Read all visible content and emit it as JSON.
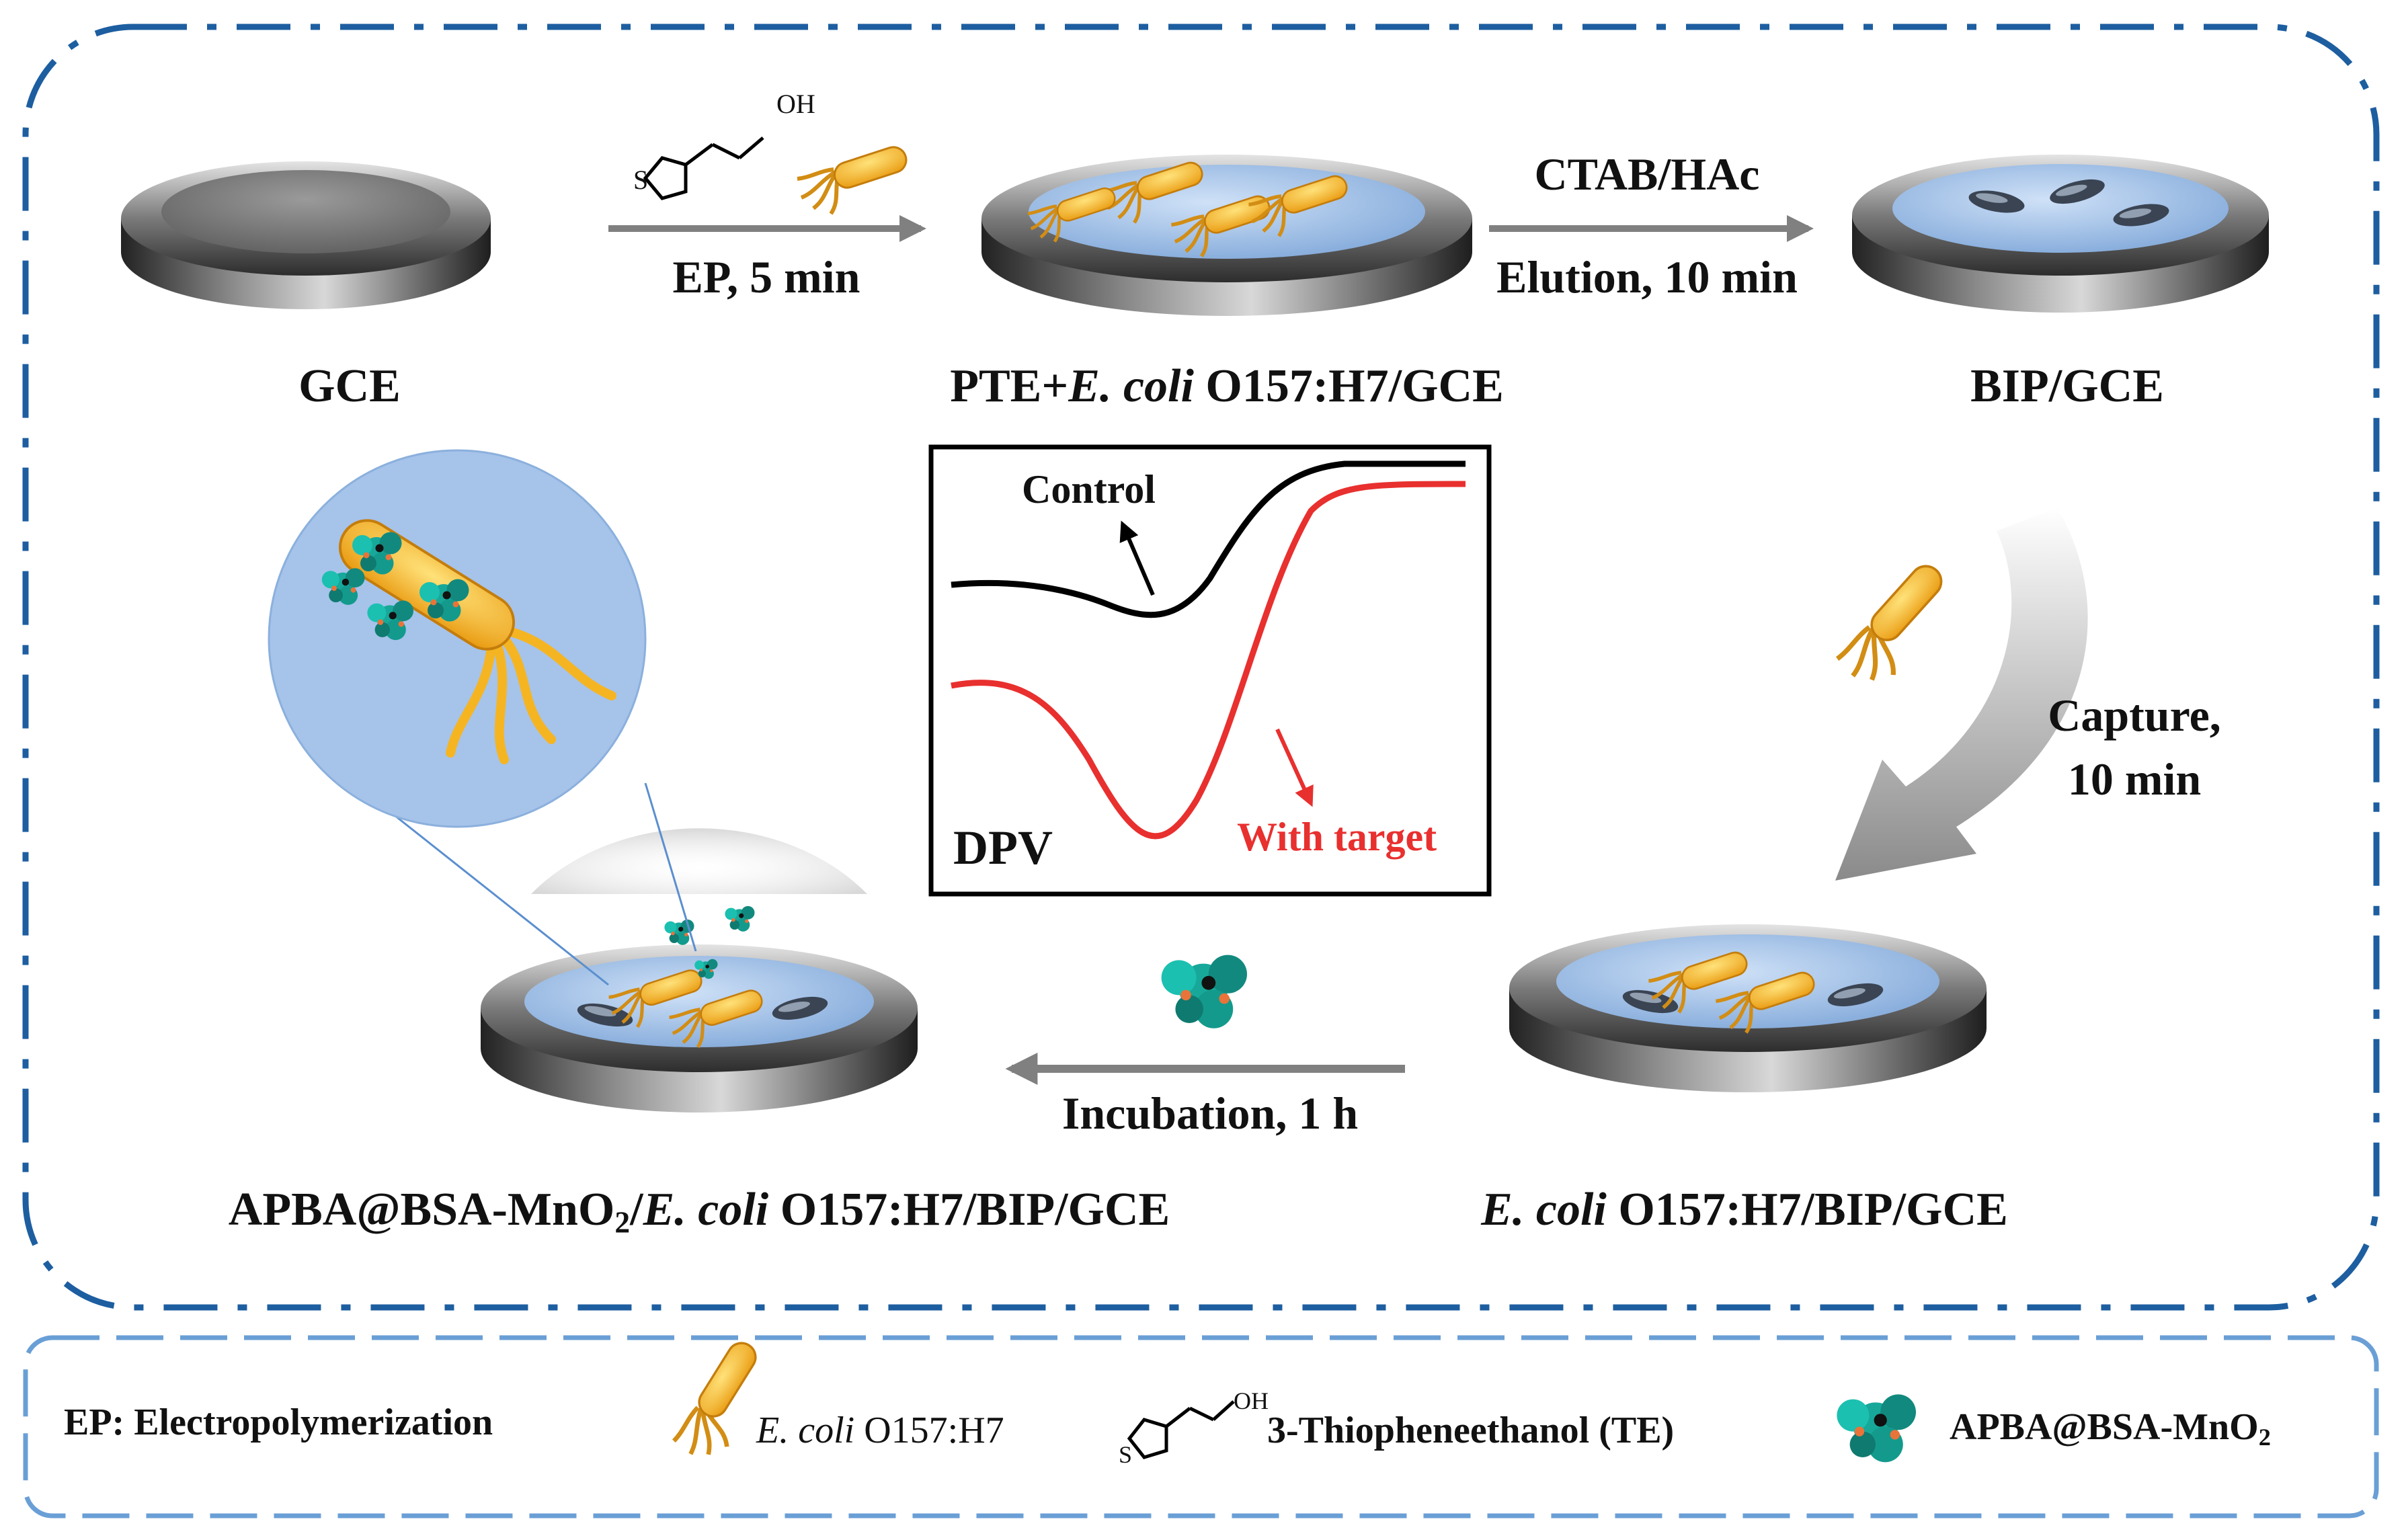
{
  "steps": {
    "step1_reagent": "EP, 5 min",
    "step2_reagent": "CTAB/HAc",
    "step2_time": "Elution, 10 min",
    "step3_line1": "Capture,",
    "step3_line2": "10 min",
    "step4": "Incubation, 1 h"
  },
  "electrodes": {
    "gce": "GCE",
    "pte_prefix": "PTE+",
    "ecoli_italic": "E. coli",
    "strain_suffix_gce": " O157:H7/GCE",
    "bip": "BIP/GCE",
    "ecoli_bip_suffix": " O157:H7/BIP/GCE",
    "final_prefix": "APBA@BSA-MnO",
    "final_sub": "2",
    "final_mid": "/",
    "final_suffix": " O157:H7/BIP/GCE"
  },
  "dpv_inset": {
    "control_label": "Control",
    "target_label": "With target",
    "method_label": "DPV"
  },
  "legend": {
    "ep": "EP: Electropolymerization",
    "ecoli_italic": "E. coli",
    "ecoli_strain": " O157:H7",
    "te": "3-Thiopheneethanol (TE)",
    "apba_prefix": "APBA@BSA-MnO",
    "apba_sub": "2"
  },
  "molecule": {
    "oh_label": "OH",
    "s_label": "S"
  },
  "colors": {
    "frame": "#1d5ea0",
    "legend_frame": "#6a9fd6",
    "electrode_surface": "#a9c8ee",
    "bacteria": "#f5b522",
    "control_curve": "#000000",
    "target_curve": "#e8302f",
    "arrow": "#808080",
    "zoom_circle": "#a6c3ea",
    "protein": "#17a89a"
  }
}
